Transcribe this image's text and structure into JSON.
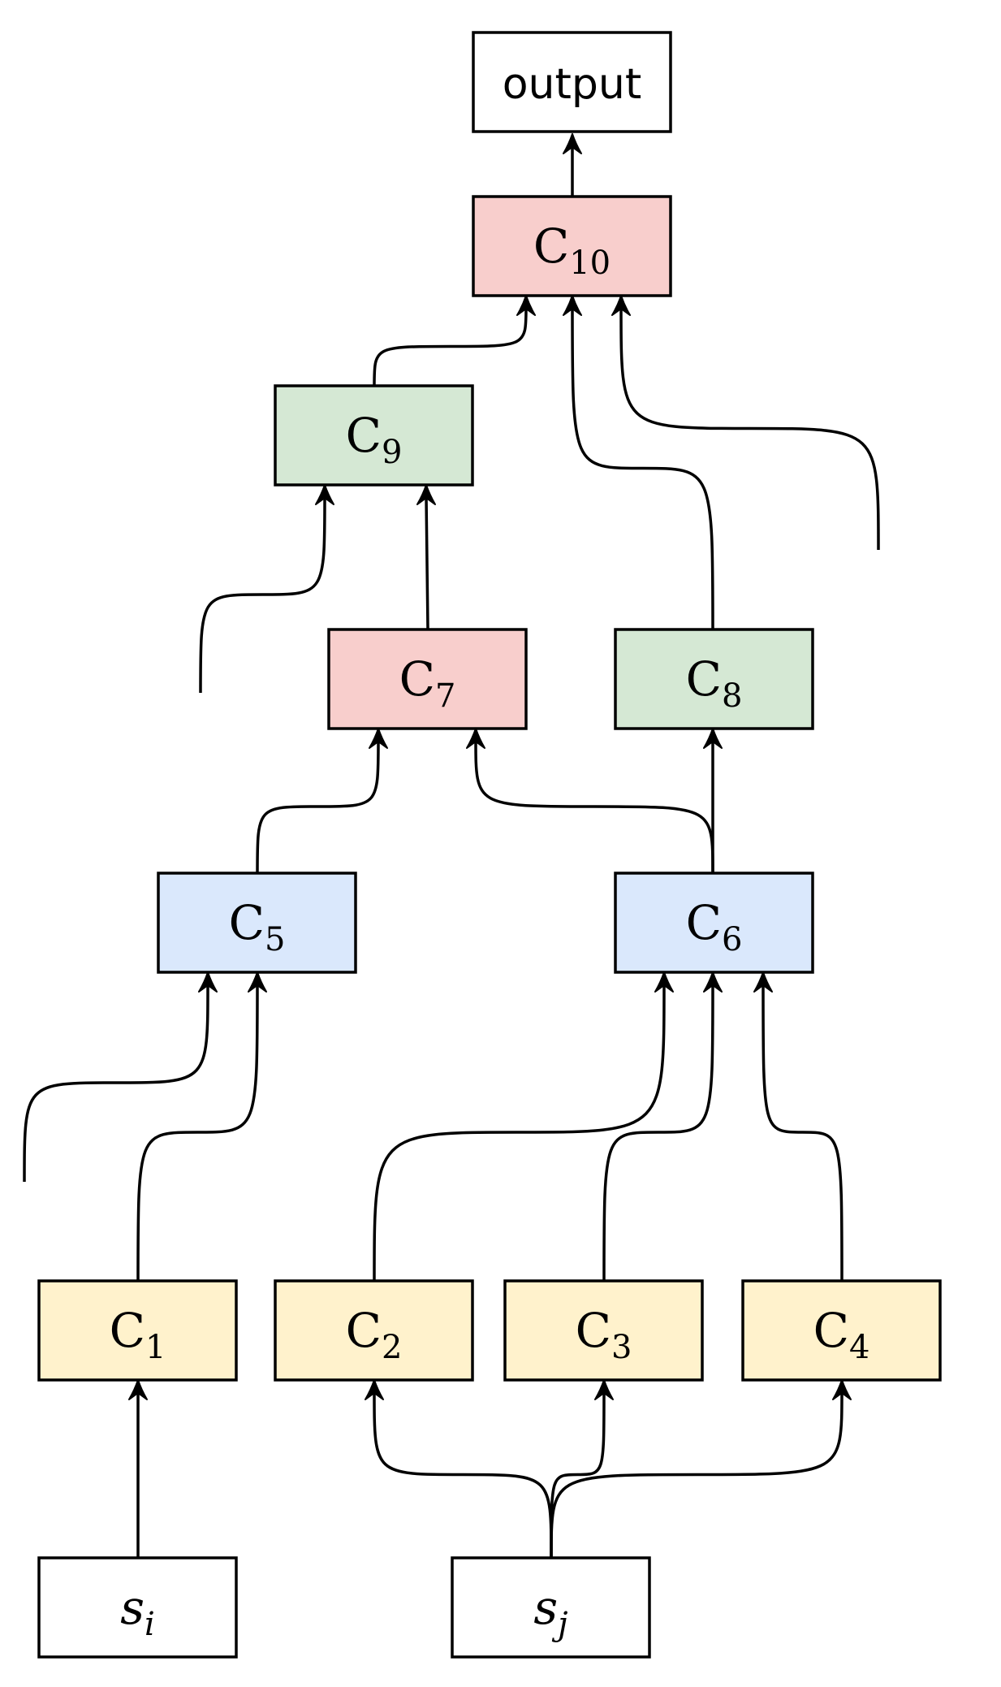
{
  "colors": {
    "white": "#ffffff",
    "yellow": "#fff2cc",
    "blue": "#dae8fc",
    "red": "#f8cecc",
    "green": "#d5e8d4"
  },
  "nodes": [
    {
      "id": "output",
      "label": "output",
      "sub": "",
      "fill": "white",
      "style": "sans"
    },
    {
      "id": "C10",
      "label": "C",
      "sub": "10",
      "fill": "red",
      "style": "roman"
    },
    {
      "id": "C9",
      "label": "C",
      "sub": "9",
      "fill": "green",
      "style": "roman"
    },
    {
      "id": "C7",
      "label": "C",
      "sub": "7",
      "fill": "red",
      "style": "roman"
    },
    {
      "id": "C8",
      "label": "C",
      "sub": "8",
      "fill": "green",
      "style": "roman"
    },
    {
      "id": "C5",
      "label": "C",
      "sub": "5",
      "fill": "blue",
      "style": "roman"
    },
    {
      "id": "C6",
      "label": "C",
      "sub": "6",
      "fill": "blue",
      "style": "roman"
    },
    {
      "id": "C1",
      "label": "C",
      "sub": "1",
      "fill": "yellow",
      "style": "roman"
    },
    {
      "id": "C2",
      "label": "C",
      "sub": "2",
      "fill": "yellow",
      "style": "roman"
    },
    {
      "id": "C3",
      "label": "C",
      "sub": "3",
      "fill": "yellow",
      "style": "roman"
    },
    {
      "id": "C4",
      "label": "C",
      "sub": "4",
      "fill": "yellow",
      "style": "roman"
    },
    {
      "id": "si",
      "label": "s",
      "sub": "i",
      "fill": "white",
      "style": "italic"
    },
    {
      "id": "sj",
      "label": "s",
      "sub": "j",
      "fill": "white",
      "style": "italic"
    }
  ],
  "edges": [
    {
      "from": "C10",
      "to": "output"
    },
    {
      "from": "C9",
      "to": "C10"
    },
    {
      "from": "C8",
      "to": "C10"
    },
    {
      "from": "",
      "to": "C10"
    },
    {
      "from": "",
      "to": "C9"
    },
    {
      "from": "C7",
      "to": "C9"
    },
    {
      "from": "C5",
      "to": "C7"
    },
    {
      "from": "C6",
      "to": "C7"
    },
    {
      "from": "C6",
      "to": "C8"
    },
    {
      "from": "",
      "to": "C5"
    },
    {
      "from": "C1",
      "to": "C5"
    },
    {
      "from": "C2",
      "to": "C6"
    },
    {
      "from": "C3",
      "to": "C6"
    },
    {
      "from": "C4",
      "to": "C6"
    },
    {
      "from": "si",
      "to": "C1"
    },
    {
      "from": "sj",
      "to": "C2"
    },
    {
      "from": "sj",
      "to": "C3"
    },
    {
      "from": "sj",
      "to": "C4"
    }
  ]
}
